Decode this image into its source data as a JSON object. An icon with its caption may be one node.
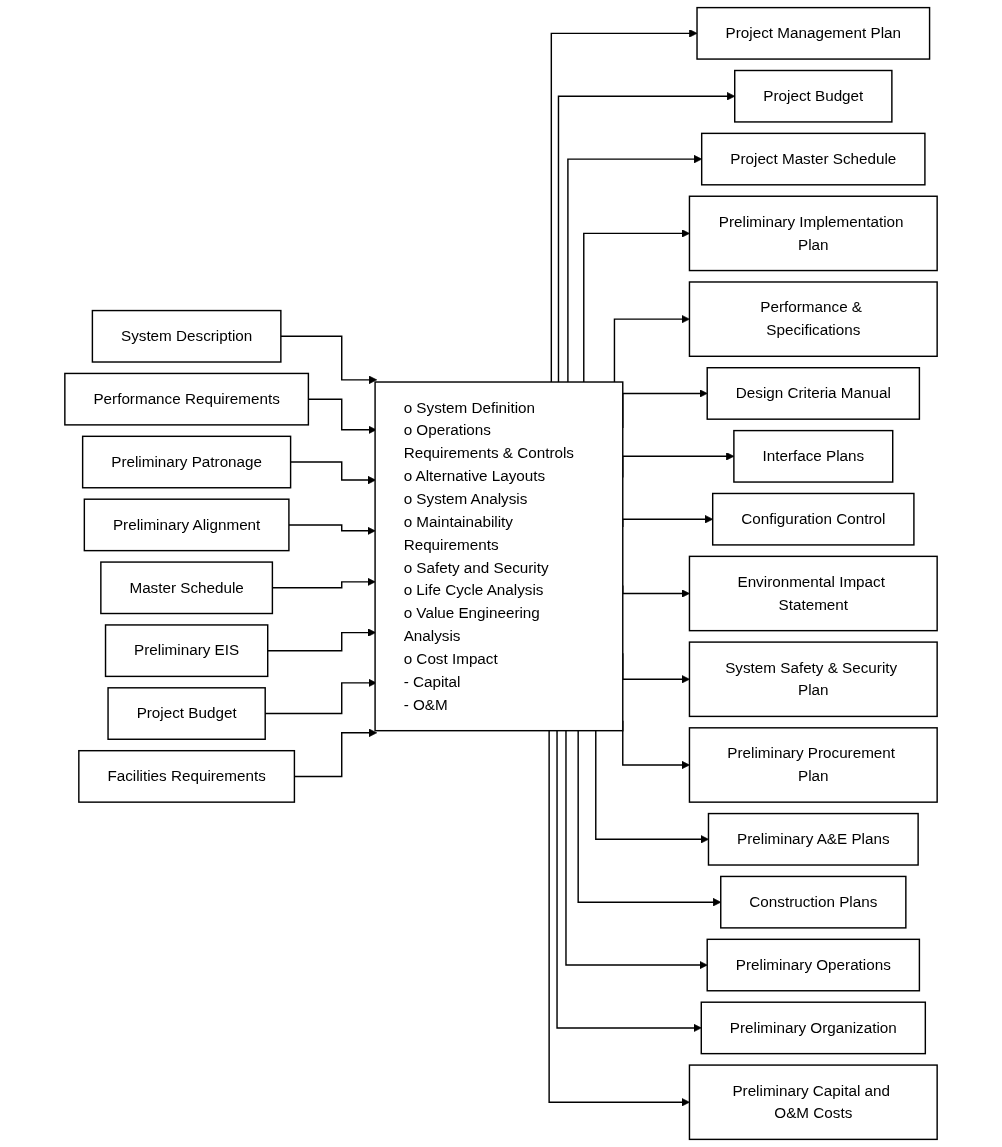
{
  "diagram": {
    "nodes": [
      {
        "text": [
          "System Description"
        ]
      },
      {
        "text": [
          "Performance Requirements"
        ]
      },
      {
        "text": [
          "Preliminary Patronage"
        ]
      },
      {
        "text": [
          "Preliminary Alignment"
        ]
      },
      {
        "text": [
          "Master Schedule"
        ]
      },
      {
        "text": [
          "Preliminary EIS"
        ]
      },
      {
        "text": [
          "Project Budget"
        ]
      },
      {
        "text": [
          "Facilities Requirements"
        ]
      },
      {
        "text": [
          "o System Definition",
          "o Operations Requirements & Controls",
          "o Alternative Layouts",
          "o System Analysis",
          "o Maintainability Requirements",
          "o Safety and Security",
          "o Life Cycle Analysis",
          "o Value Engineering Analysis",
          "o Cost Impact",
          "- Capital",
          "- O&M"
        ]
      },
      {
        "text": [
          "Project Management Plan"
        ]
      },
      {
        "text": [
          "Project Budget"
        ]
      },
      {
        "text": [
          "Project Master Schedule"
        ]
      },
      {
        "text": [
          "Preliminary Implementation Plan"
        ]
      },
      {
        "text": [
          "Performance & Specifications"
        ]
      },
      {
        "text": [
          "Design Criteria Manual"
        ]
      },
      {
        "text": [
          "Interface Plans"
        ]
      },
      {
        "text": [
          "Configuration Control"
        ]
      },
      {
        "text": [
          "Environmental Impact Statement"
        ]
      },
      {
        "text": [
          "System Safety & Security Plan"
        ]
      },
      {
        "text": [
          "Preliminary Procurement Plan"
        ]
      },
      {
        "text": [
          "Preliminary A&E Plans"
        ]
      },
      {
        "text": [
          "Construction Plans"
        ]
      },
      {
        "text": [
          "Preliminary Operations"
        ]
      },
      {
        "text": [
          "Preliminary Organization"
        ]
      },
      {
        "text": [
          "Preliminary Capital and O&M Costs"
        ]
      }
    ],
    "edges": [
      {
        "from": 0,
        "to": 8,
        "arrow": "to"
      },
      {
        "from": 1,
        "to": 8,
        "arrow": "to"
      },
      {
        "from": 2,
        "to": 8,
        "arrow": "to"
      },
      {
        "from": 3,
        "to": 8,
        "arrow": "to"
      },
      {
        "from": 4,
        "to": 8,
        "arrow": "to"
      },
      {
        "from": 5,
        "to": 8,
        "arrow": "to"
      },
      {
        "from": 6,
        "to": 8,
        "arrow": "to"
      },
      {
        "from": 7,
        "to": 8,
        "arrow": "to"
      },
      {
        "from": 8,
        "to": 9,
        "arrow": "to"
      },
      {
        "from": 8,
        "to": 10,
        "arrow": "to"
      },
      {
        "from": 8,
        "to": 11,
        "arrow": "to"
      },
      {
        "from": 8,
        "to": 12,
        "arrow": "to"
      },
      {
        "from": 8,
        "to": 13,
        "arrow": "to"
      },
      {
        "from": 8,
        "to": 14,
        "arrow": "to"
      },
      {
        "from": 8,
        "to": 15,
        "arrow": "to"
      },
      {
        "from": 8,
        "to": 16,
        "arrow": "to"
      },
      {
        "from": 8,
        "to": 17,
        "arrow": "to"
      },
      {
        "from": 8,
        "to": 18,
        "arrow": "to"
      },
      {
        "from": 8,
        "to": 19,
        "arrow": "to"
      },
      {
        "from": 8,
        "to": 20,
        "arrow": "to"
      },
      {
        "from": 8,
        "to": 21,
        "arrow": "to"
      },
      {
        "from": 8,
        "to": 22,
        "arrow": "to"
      },
      {
        "from": 8,
        "to": 23,
        "arrow": "to"
      },
      {
        "from": 8,
        "to": 24,
        "arrow": "to"
      }
    ]
  }
}
